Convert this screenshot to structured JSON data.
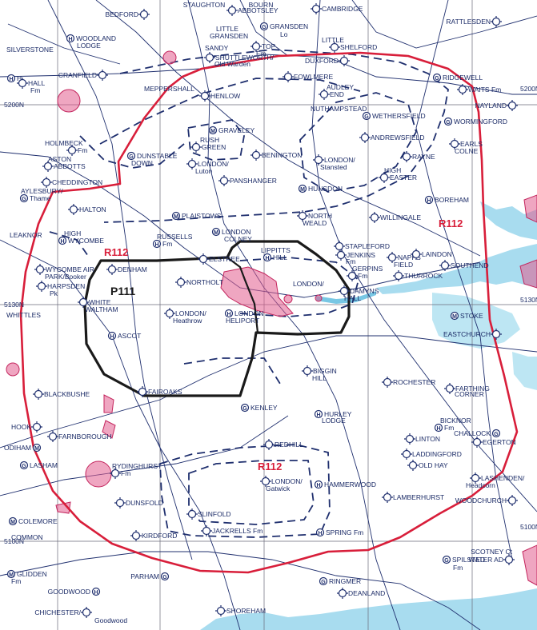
{
  "colors": {
    "airspace_red": "#d81e3a",
    "black_zone": "#1a1a1a",
    "navy": "#1f2f6e",
    "water": "#a8dcef",
    "grid": "#6a6a7a",
    "danger_fill": "#e25c8e"
  },
  "zones": [
    {
      "name": "R112",
      "style": "red"
    },
    {
      "name": "R112",
      "style": "red"
    },
    {
      "name": "R112",
      "style": "red"
    },
    {
      "name": "P111",
      "style": "black"
    }
  ],
  "grid_labels": [
    "5200N",
    "5130N",
    "5100N"
  ],
  "places": [
    {
      "name": "STAUGHTON",
      "symbol": "none"
    },
    {
      "name": "BOURN",
      "symbol": "none"
    },
    {
      "name": "BEDFORD",
      "symbol": "ring"
    },
    {
      "name": "ABBOTSLEY",
      "symbol": "ring"
    },
    {
      "name": "CAMBRIDGE",
      "symbol": "ring"
    },
    {
      "name": "RATTLESDEN",
      "symbol": "ring"
    },
    {
      "name": "WOODLAND",
      "symbol": "H"
    },
    {
      "name": "LODGE",
      "symbol": "none"
    },
    {
      "name": "LITTLE",
      "symbol": "none"
    },
    {
      "name": "GRANSDEN",
      "symbol": "none"
    },
    {
      "name": "GRANSDEN",
      "symbol": "G"
    },
    {
      "name": "Lo",
      "symbol": "none"
    },
    {
      "name": "LITTLE",
      "symbol": "none"
    },
    {
      "name": "SHELFORD",
      "symbol": "ring"
    },
    {
      "name": "SANDY",
      "symbol": "none"
    },
    {
      "name": "TOP",
      "symbol": "ring"
    },
    {
      "name": "Fm",
      "symbol": "none"
    },
    {
      "name": "SILVERSTONE",
      "symbol": "none"
    },
    {
      "name": "CRANFIELD",
      "symbol": "ring"
    },
    {
      "name": "SHUTTLEWORTH/",
      "symbol": "ring"
    },
    {
      "name": "Old Warden",
      "symbol": "none"
    },
    {
      "name": "DUXFORD",
      "symbol": "ring"
    },
    {
      "name": "H",
      "symbol": "H"
    },
    {
      "name": "HALL",
      "symbol": "ring"
    },
    {
      "name": "Fm",
      "symbol": "none"
    },
    {
      "name": "FOWLMERE",
      "symbol": "ring"
    },
    {
      "name": "RIDGEWELL",
      "symbol": "G"
    },
    {
      "name": "MEPPERSHALL",
      "symbol": "none"
    },
    {
      "name": "HENLOW",
      "symbol": "ring"
    },
    {
      "name": "WAITS Fm",
      "symbol": "ring"
    },
    {
      "name": "AUDLEY",
      "symbol": "none"
    },
    {
      "name": "END",
      "symbol": "ring"
    },
    {
      "name": "NAYLAND",
      "symbol": "ring"
    },
    {
      "name": "NUTHAMPSTEAD",
      "symbol": "none"
    },
    {
      "name": "WETHERSFIELD",
      "symbol": "G"
    },
    {
      "name": "WORMINGFORD",
      "symbol": "G"
    },
    {
      "name": "GRAVELEY",
      "symbol": "M"
    },
    {
      "name": "RUSH",
      "symbol": "none"
    },
    {
      "name": "GREEN",
      "symbol": "ring"
    },
    {
      "name": "HOLMBECK",
      "symbol": "none"
    },
    {
      "name": "Fm",
      "symbol": "ring"
    },
    {
      "name": "DUNSTABLE",
      "symbol": "G"
    },
    {
      "name": "DOWN",
      "symbol": "none"
    },
    {
      "name": "ANDREWSFIELD",
      "symbol": "ring"
    },
    {
      "name": "EARLS",
      "symbol": "ring"
    },
    {
      "name": "COLNE",
      "symbol": "none"
    },
    {
      "name": "ASTON",
      "symbol": "none"
    },
    {
      "name": "ABBOTTS",
      "symbol": "ring"
    },
    {
      "name": "LONDON/",
      "symbol": "ring"
    },
    {
      "name": "Luton",
      "symbol": "none"
    },
    {
      "name": "BENINGTON",
      "symbol": "ring"
    },
    {
      "name": "LONDON/",
      "symbol": "ring"
    },
    {
      "name": "Stansted",
      "symbol": "none"
    },
    {
      "name": "RAYNE",
      "symbol": "ring"
    },
    {
      "name": "CHEDDINGTON",
      "symbol": "ring"
    },
    {
      "name": "HIGH",
      "symbol": "none"
    },
    {
      "name": "EASTER",
      "symbol": "ring"
    },
    {
      "name": "AYLESBURY/",
      "symbol": "none"
    },
    {
      "name": "Thame",
      "symbol": "G"
    },
    {
      "name": "HALTON",
      "symbol": "ring"
    },
    {
      "name": "PANSHANGER",
      "symbol": "ring"
    },
    {
      "name": "HUNSDON",
      "symbol": "M"
    },
    {
      "name": "BOREHAM",
      "symbol": "H"
    },
    {
      "name": "PLAISTOWS",
      "symbol": "M"
    },
    {
      "name": "NORTH",
      "symbol": "ring"
    },
    {
      "name": "WEALD",
      "symbol": "none"
    },
    {
      "name": "WILLINGALE",
      "symbol": "ring"
    },
    {
      "name": "LEAKNOR",
      "symbol": "none"
    },
    {
      "name": "HIGH",
      "symbol": "none"
    },
    {
      "name": "WYCOMBE",
      "symbol": "H"
    },
    {
      "name": "RUSSELLS",
      "symbol": "none"
    },
    {
      "name": "Fm",
      "symbol": "H"
    },
    {
      "name": "LONDON",
      "symbol": "M"
    },
    {
      "name": "COLNEY",
      "symbol": "none"
    },
    {
      "name": "ELSTREE",
      "symbol": "ring"
    },
    {
      "name": "LIPPITTS",
      "symbol": "none"
    },
    {
      "name": "HILL",
      "symbol": "H"
    },
    {
      "name": "STAPLEFORD",
      "symbol": "ring"
    },
    {
      "name": "JENKINS",
      "symbol": "ring"
    },
    {
      "name": "Fm",
      "symbol": "none"
    },
    {
      "name": "NAPPS",
      "symbol": "ring"
    },
    {
      "name": "FIELD",
      "symbol": "none"
    },
    {
      "name": "WYCOMBE AIR",
      "symbol": "ring"
    },
    {
      "name": "PARK/Booker",
      "symbol": "none"
    },
    {
      "name": "DENHAM",
      "symbol": "ring"
    },
    {
      "name": "LAINDON",
      "symbol": "ring"
    },
    {
      "name": "SOUTHEND",
      "symbol": "ring"
    },
    {
      "name": "NORTHOLT",
      "symbol": "ring"
    },
    {
      "name": "GERPINS",
      "symbol": "none"
    },
    {
      "name": "Fm",
      "symbol": "ring"
    },
    {
      "name": "HARPSDEN",
      "symbol": "ring"
    },
    {
      "name": "Pk",
      "symbol": "none"
    },
    {
      "name": "LONDON/",
      "symbol": "none"
    },
    {
      "name": "DAMYNS",
      "symbol": "ring"
    },
    {
      "name": "HALL",
      "symbol": "none"
    },
    {
      "name": "THURROCK",
      "symbol": "ring"
    },
    {
      "name": "WHITE",
      "symbol": "ring"
    },
    {
      "name": "WALTHAM",
      "symbol": "none"
    },
    {
      "name": "WHITTLES",
      "symbol": "none"
    },
    {
      "name": "LONDON/",
      "symbol": "ring"
    },
    {
      "name": "Heathrow",
      "symbol": "none"
    },
    {
      "name": "LONDON",
      "symbol": "H"
    },
    {
      "name": "HELIPORT",
      "symbol": "none"
    },
    {
      "name": "STOKE",
      "symbol": "M"
    },
    {
      "name": "EASTCHURCH",
      "symbol": "ring"
    },
    {
      "name": "ASCOT",
      "symbol": "H"
    },
    {
      "name": "FAIROAKS",
      "symbol": "ring"
    },
    {
      "name": "ROCHESTER",
      "symbol": "ring"
    },
    {
      "name": "FARTHING",
      "symbol": "ring"
    },
    {
      "name": "CORNER",
      "symbol": "none"
    },
    {
      "name": "BIGGIN",
      "symbol": "ring"
    },
    {
      "name": "HILL",
      "symbol": "none"
    },
    {
      "name": "BLACKBUSHE",
      "symbol": "ring"
    },
    {
      "name": "KENLEY",
      "symbol": "G"
    },
    {
      "name": "HURLEY",
      "symbol": "H"
    },
    {
      "name": "LODGE",
      "symbol": "none"
    },
    {
      "name": "BICKNOR",
      "symbol": "none"
    },
    {
      "name": "Fm",
      "symbol": "H"
    },
    {
      "name": "CHALLOCK",
      "symbol": "G"
    },
    {
      "name": "HOOK",
      "symbol": "ring"
    },
    {
      "name": "FARNBOROUGH",
      "symbol": "ring"
    },
    {
      "name": "ODIHAM",
      "symbol": "M"
    },
    {
      "name": "LINTON",
      "symbol": "ring"
    },
    {
      "name": "EGERTON",
      "symbol": "ring"
    },
    {
      "name": "REDHILL",
      "symbol": "ring"
    },
    {
      "name": "LADDINGFORD",
      "symbol": "ring"
    },
    {
      "name": "LASHAM",
      "symbol": "G"
    },
    {
      "name": "RYDINGHURST",
      "symbol": "none"
    },
    {
      "name": "Fm",
      "symbol": "ring"
    },
    {
      "name": "OLD HAY",
      "symbol": "ring"
    },
    {
      "name": "LASHENDEN/",
      "symbol": "ring"
    },
    {
      "name": "Headcorn",
      "symbol": "none"
    },
    {
      "name": "LONDON/",
      "symbol": "ring"
    },
    {
      "name": "Gatwick",
      "symbol": "none"
    },
    {
      "name": "HAMMERWOOD",
      "symbol": "H"
    },
    {
      "name": "DUNSFOLD",
      "symbol": "ring"
    },
    {
      "name": "LAMBERHURST",
      "symbol": "ring"
    },
    {
      "name": "WOODCHURCH",
      "symbol": "ring"
    },
    {
      "name": "SLINFOLD",
      "symbol": "ring"
    },
    {
      "name": "COLEMORE",
      "symbol": "M"
    },
    {
      "name": "COMMON",
      "symbol": "none"
    },
    {
      "name": "JACKRELLS Fm",
      "symbol": "ring"
    },
    {
      "name": "KIRDFORD",
      "symbol": "ring"
    },
    {
      "name": "SPRING Fm",
      "symbol": "H"
    },
    {
      "name": "SCOTNEY Ct",
      "symbol": "none"
    },
    {
      "name": "WATER AD",
      "symbol": "ring"
    },
    {
      "name": "SPILSTED",
      "symbol": "G"
    },
    {
      "name": "Fm",
      "symbol": "none"
    },
    {
      "name": "GLIDDEN",
      "symbol": "M"
    },
    {
      "name": "Fm",
      "symbol": "none"
    },
    {
      "name": "PARHAM",
      "symbol": "G"
    },
    {
      "name": "GOODWOOD",
      "symbol": "H"
    },
    {
      "name": "RINGMER",
      "symbol": "G"
    },
    {
      "name": "DEANLAND",
      "symbol": "ring"
    },
    {
      "name": "CHICHESTER/",
      "symbol": "ring"
    },
    {
      "name": "Goodwood",
      "symbol": "none"
    },
    {
      "name": "SHOREHAM",
      "symbol": "ring"
    }
  ]
}
